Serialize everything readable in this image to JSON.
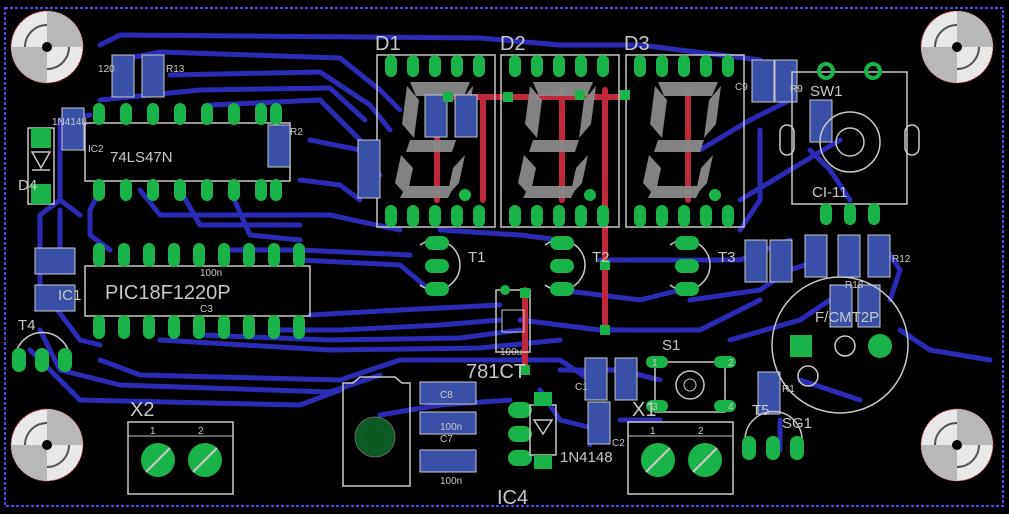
{
  "colors": {
    "background": "#000000",
    "trace": "#2b2bb8",
    "trace_top": "#c0283c",
    "pad": "#19b34a",
    "pad_hole": "#0a5a22",
    "smd": "#3a4fa8",
    "silk": "#c8c8c8",
    "outline": "#4a4af0",
    "mount_hole": "#e8e8e8",
    "mount_ring": "#d02020"
  },
  "labels": {
    "d1": "D1",
    "d2": "D2",
    "d3": "D3",
    "sw1": "SW1",
    "ci11": "CI-11",
    "ic2_part": "74LS47N",
    "ic2_name": "IC2",
    "ic1_part": "PIC18F1220P",
    "ic1_name": "IC1",
    "c3_val": "100n",
    "c3_name": "C3",
    "d4": "D4",
    "d4_part": "1N4148",
    "t1": "T1",
    "t2": "T2",
    "t3": "T3",
    "t4": "T4",
    "t5": "T5",
    "x1": "X1",
    "x2": "X2",
    "s1": "S1",
    "ic4": "IC4",
    "reg": "781CT",
    "c8": "C8",
    "c7": "C7",
    "c7_val": "100n",
    "c8_val": "100n",
    "cap_100u": "100u",
    "d5_part": "1N4148",
    "buzzer_part": "F/CMT2P",
    "sg1": "SG1",
    "r20": "120",
    "r13": "R13",
    "r2": "R2",
    "r1": "R1",
    "r9": "R9",
    "r12": "R12",
    "r18": "R18",
    "c1": "C1",
    "c2": "C2",
    "c9": "C9",
    "pin1": "1",
    "pin2": "2",
    "s1_pin1": "1",
    "s1_pin2": "2",
    "s1_pin3": "3",
    "s1_pin4": "4"
  }
}
